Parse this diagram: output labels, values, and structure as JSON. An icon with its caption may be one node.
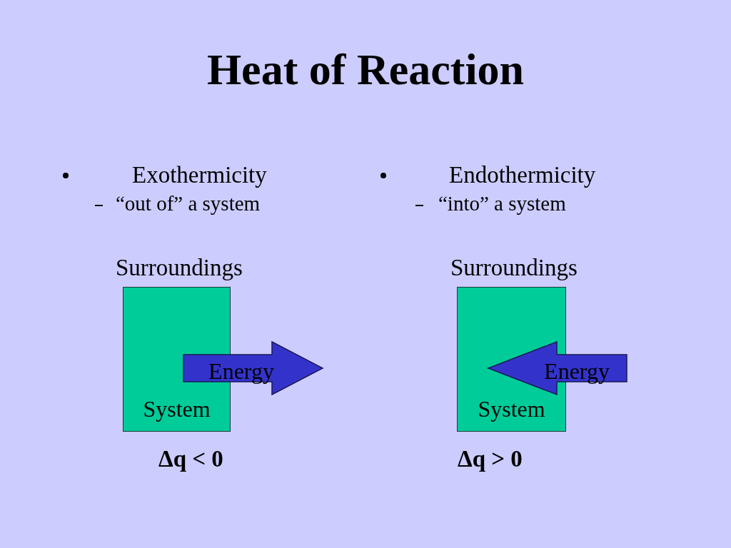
{
  "diagram": {
    "title": "Heat of Reaction",
    "nodes": [
      {
        "text": [
          "System"
        ]
      },
      {
        "text": [
          "Energy"
        ]
      },
      {
        "text": [
          "System"
        ]
      },
      {
        "text": [
          "Energy"
        ]
      }
    ],
    "labels": [
      "Exothermicity",
      "“out of” a system",
      "Surroundings",
      "Δq < 0",
      "Endothermicity",
      "“into” a system",
      "Surroundings",
      "Δq > 0"
    ]
  }
}
